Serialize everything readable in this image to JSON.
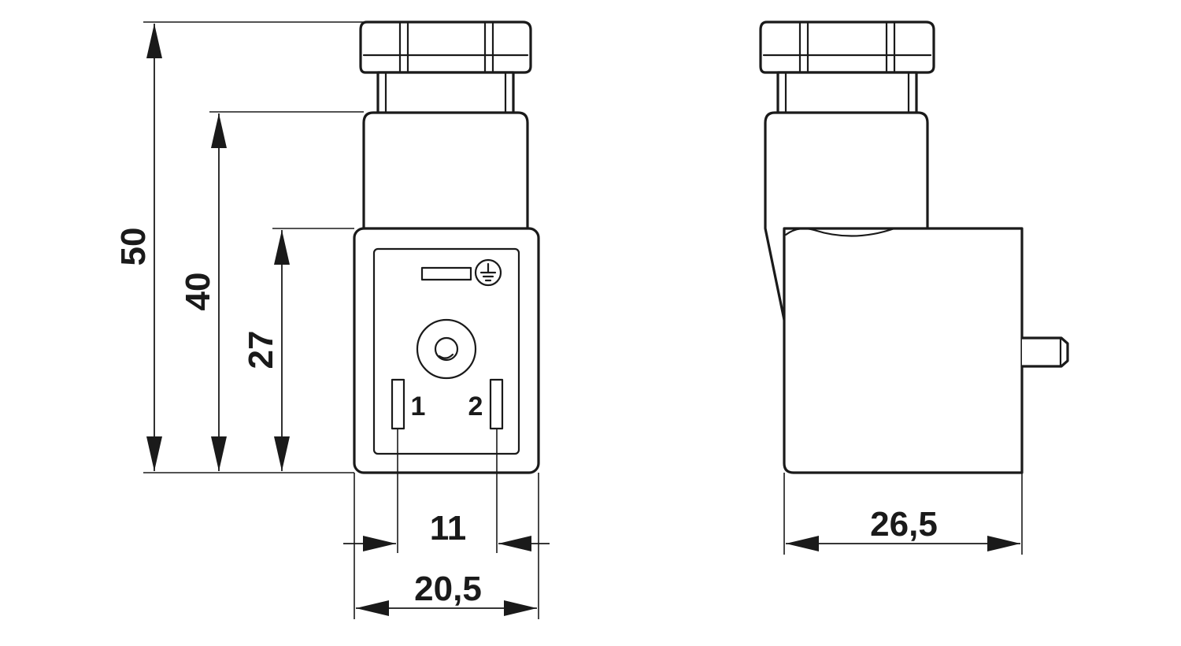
{
  "dimensions": {
    "height_total": "50",
    "height_body": "40",
    "height_face": "27",
    "pin_spacing": "11",
    "width_front": "20,5",
    "depth_side": "26,5"
  },
  "pins": {
    "pin1": "1",
    "pin2": "2"
  },
  "symbols": {
    "ground": "protective-earth-icon",
    "led": "indicator-lens-icon"
  },
  "colors": {
    "line": "#1a1a1a",
    "background": "#ffffff"
  }
}
